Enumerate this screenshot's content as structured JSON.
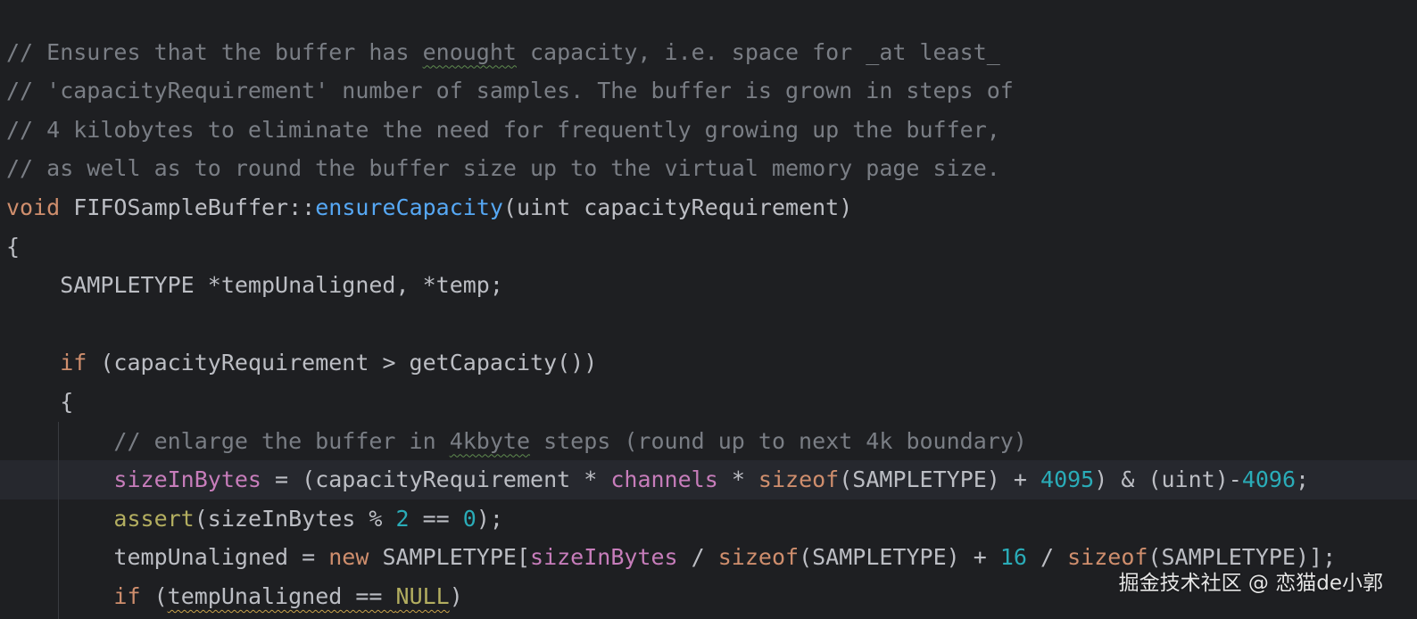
{
  "colors": {
    "background": "#1e1f22",
    "current_line": "#26282e",
    "comment": "#7a7e85",
    "keyword": "#cf8e6d",
    "function": "#56a8f5",
    "field": "#c77dbb",
    "number": "#2aacb8",
    "macro": "#b3ae60",
    "plain": "#bcbec4"
  },
  "lines": [
    [
      {
        "t": "// Ensures that the buffer has ",
        "k": "comment"
      },
      {
        "t": "enought",
        "k": "comment",
        "u": "typo"
      },
      {
        "t": " capacity, i.e. space for _at least_",
        "k": "comment"
      }
    ],
    [
      {
        "t": "// 'capacityRequirement' number of samples. The buffer is grown in steps of",
        "k": "comment"
      }
    ],
    [
      {
        "t": "// 4 kilobytes to eliminate the need for frequently growing up the buffer,",
        "k": "comment"
      }
    ],
    [
      {
        "t": "// as well as to round the buffer size up to the virtual memory page size.",
        "k": "comment"
      }
    ],
    [
      {
        "t": "void",
        "k": "keyword"
      },
      {
        "t": " ",
        "k": "plain"
      },
      {
        "t": "FIFOSampleBuffer",
        "k": "class"
      },
      {
        "t": "::",
        "k": "plain"
      },
      {
        "t": "ensureCapacity",
        "k": "func"
      },
      {
        "t": "(uint capacityRequirement)",
        "k": "plain"
      }
    ],
    [
      {
        "t": "{",
        "k": "plain"
      }
    ],
    [
      {
        "t": "    SAMPLETYPE *tempUnaligned, *temp;",
        "k": "plain"
      }
    ],
    [],
    [
      {
        "t": "    ",
        "k": "plain"
      },
      {
        "t": "if",
        "k": "keyword"
      },
      {
        "t": " (capacityRequirement > getCapacity())",
        "k": "plain"
      }
    ],
    [
      {
        "t": "    {",
        "k": "plain"
      }
    ],
    [
      {
        "t": "        // enlarge the buffer in ",
        "k": "comment"
      },
      {
        "t": "4kbyte",
        "k": "comment",
        "u": "typo"
      },
      {
        "t": " steps (round up to next 4k boundary)",
        "k": "comment"
      }
    ],
    [
      {
        "t": "        ",
        "k": "plain"
      },
      {
        "t": "sizeInBytes",
        "k": "field"
      },
      {
        "t": " = (capacityRequirement * ",
        "k": "plain"
      },
      {
        "t": "channels",
        "k": "field"
      },
      {
        "t": " * ",
        "k": "plain"
      },
      {
        "t": "sizeof",
        "k": "keyword"
      },
      {
        "t": "(SAMPLETYPE) + ",
        "k": "plain"
      },
      {
        "t": "4095",
        "k": "number"
      },
      {
        "t": ") & (uint)-",
        "k": "plain"
      },
      {
        "t": "4096",
        "k": "number"
      },
      {
        "t": ";",
        "k": "plain"
      }
    ],
    [
      {
        "t": "        ",
        "k": "plain"
      },
      {
        "t": "assert",
        "k": "macro"
      },
      {
        "t": "(sizeInBytes % ",
        "k": "plain"
      },
      {
        "t": "2",
        "k": "number"
      },
      {
        "t": " == ",
        "k": "plain"
      },
      {
        "t": "0",
        "k": "number"
      },
      {
        "t": ");",
        "k": "plain"
      }
    ],
    [
      {
        "t": "        tempUnaligned = ",
        "k": "plain"
      },
      {
        "t": "new",
        "k": "keyword"
      },
      {
        "t": " SAMPLETYPE[",
        "k": "plain"
      },
      {
        "t": "sizeInBytes",
        "k": "field"
      },
      {
        "t": " / ",
        "k": "plain"
      },
      {
        "t": "sizeof",
        "k": "keyword"
      },
      {
        "t": "(SAMPLETYPE) + ",
        "k": "plain"
      },
      {
        "t": "16",
        "k": "number"
      },
      {
        "t": " / ",
        "k": "plain"
      },
      {
        "t": "sizeof",
        "k": "keyword"
      },
      {
        "t": "(SAMPLETYPE)];",
        "k": "plain"
      }
    ],
    [
      {
        "t": "        ",
        "k": "plain"
      },
      {
        "t": "if",
        "k": "keyword"
      },
      {
        "t": " (",
        "k": "plain"
      },
      {
        "t": "tempUnaligned == ",
        "k": "plain",
        "u": "warn"
      },
      {
        "t": "NULL",
        "k": "macro",
        "u": "warn"
      },
      {
        "t": ")",
        "k": "plain"
      }
    ]
  ],
  "current_line_index": 11,
  "watermark": "掘金技术社区 @ 恋猫de小郭"
}
